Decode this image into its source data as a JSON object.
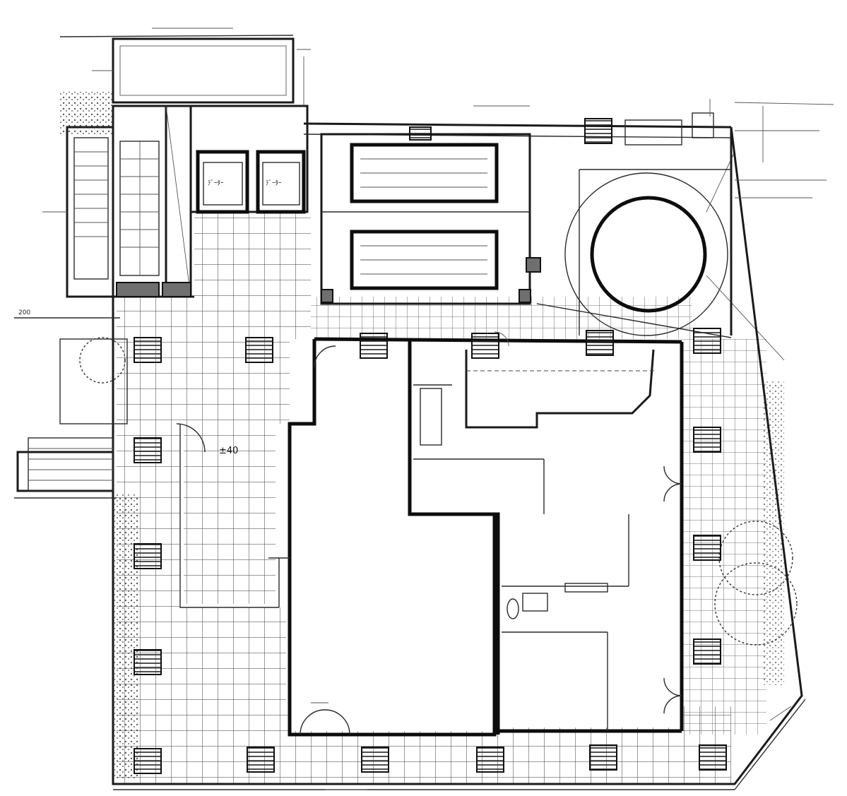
{
  "drawing": {
    "kind": "architectural floor plan",
    "labels": {
      "left_level": "200",
      "lobby_level": "±40",
      "elevator_1": "ﾃﾞｰﾀｰ",
      "elevator_2": "ﾃﾞｰﾀｰ",
      "dim_left": "200"
    },
    "colors": {
      "ink": "#1a1a1a",
      "paper": "#ffffff",
      "column_fill": "#6f6f6f"
    }
  }
}
